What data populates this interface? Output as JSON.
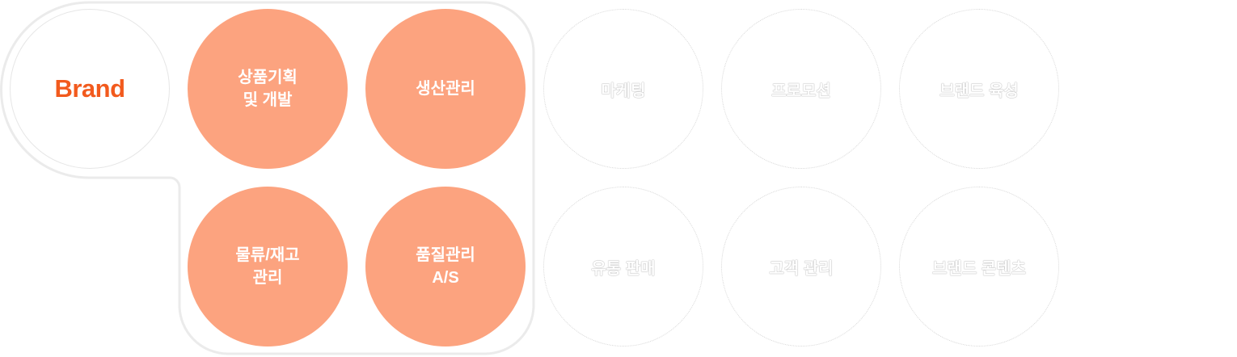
{
  "brand": {
    "label": "Brand",
    "color": "#f25a1d"
  },
  "core_items": [
    {
      "label": "상품기획\n및 개발"
    },
    {
      "label": "생산관리"
    },
    {
      "label": "물류/재고\n관리"
    },
    {
      "label": "품질관리\nA/S"
    }
  ],
  "other_items": [
    {
      "label": "마케팅"
    },
    {
      "label": "프로모션"
    },
    {
      "label": "브랜드 육성"
    },
    {
      "label": "유통 판매"
    },
    {
      "label": "고객 관리"
    },
    {
      "label": "브랜드 콘텐츠"
    }
  ],
  "colors": {
    "core_fill": "#fca37f",
    "frame": "#ebebeb"
  }
}
